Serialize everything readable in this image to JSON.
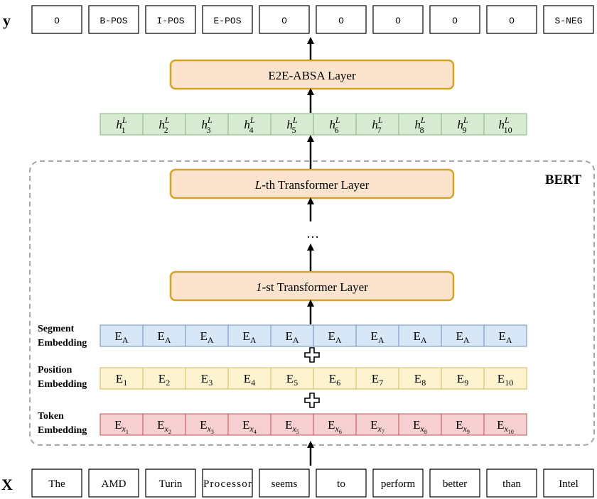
{
  "labels": {
    "y": "y",
    "x": "X",
    "bert": "BERT",
    "dots": "…",
    "segment_line1": "Segment",
    "segment_line2": "Embedding",
    "position_line1": "Position",
    "position_line2": "Embedding",
    "token_line1": "Token",
    "token_line2": "Embedding"
  },
  "layers": {
    "absa": "E2E-ABSA Layer",
    "lth_italic": "L",
    "lth_rest": "-th Transformer Layer",
    "first_italic": "1",
    "first_rest": "-st Transformer Layer"
  },
  "outputs": [
    "O",
    "B-POS",
    "I-POS",
    "E-POS",
    "O",
    "O",
    "O",
    "O",
    "O",
    "S-NEG"
  ],
  "hidden": {
    "base": "h",
    "sup": "L",
    "subs": [
      "1",
      "2",
      "3",
      "4",
      "5",
      "6",
      "7",
      "8",
      "9",
      "10"
    ]
  },
  "segment": {
    "base": "E",
    "subs": [
      "A",
      "A",
      "A",
      "A",
      "A",
      "A",
      "A",
      "A",
      "A",
      "A"
    ]
  },
  "position": {
    "base": "E",
    "subs": [
      "1",
      "2",
      "3",
      "4",
      "5",
      "6",
      "7",
      "8",
      "9",
      "10"
    ]
  },
  "token": {
    "base": "E",
    "sub_base": "x",
    "subs": [
      "1",
      "2",
      "3",
      "4",
      "5",
      "6",
      "7",
      "8",
      "9",
      "10"
    ]
  },
  "words": [
    "The",
    "AMD",
    "Turin",
    "Processor",
    "seems",
    "to",
    "perform",
    "better",
    "than",
    "Intel"
  ],
  "colors": {
    "layer_fill": "#fce3cd",
    "layer_stroke": "#d6a21f",
    "hidden_fill": "#d7ebd3",
    "hidden_stroke": "#86b37c",
    "segment_fill": "#d8e7f7",
    "segment_stroke": "#6c8ebf",
    "position_fill": "#fdf3cf",
    "position_stroke": "#d6b656",
    "token_fill": "#f6cfd0",
    "token_stroke": "#b85450",
    "bert_border": "#a6a6a6"
  }
}
